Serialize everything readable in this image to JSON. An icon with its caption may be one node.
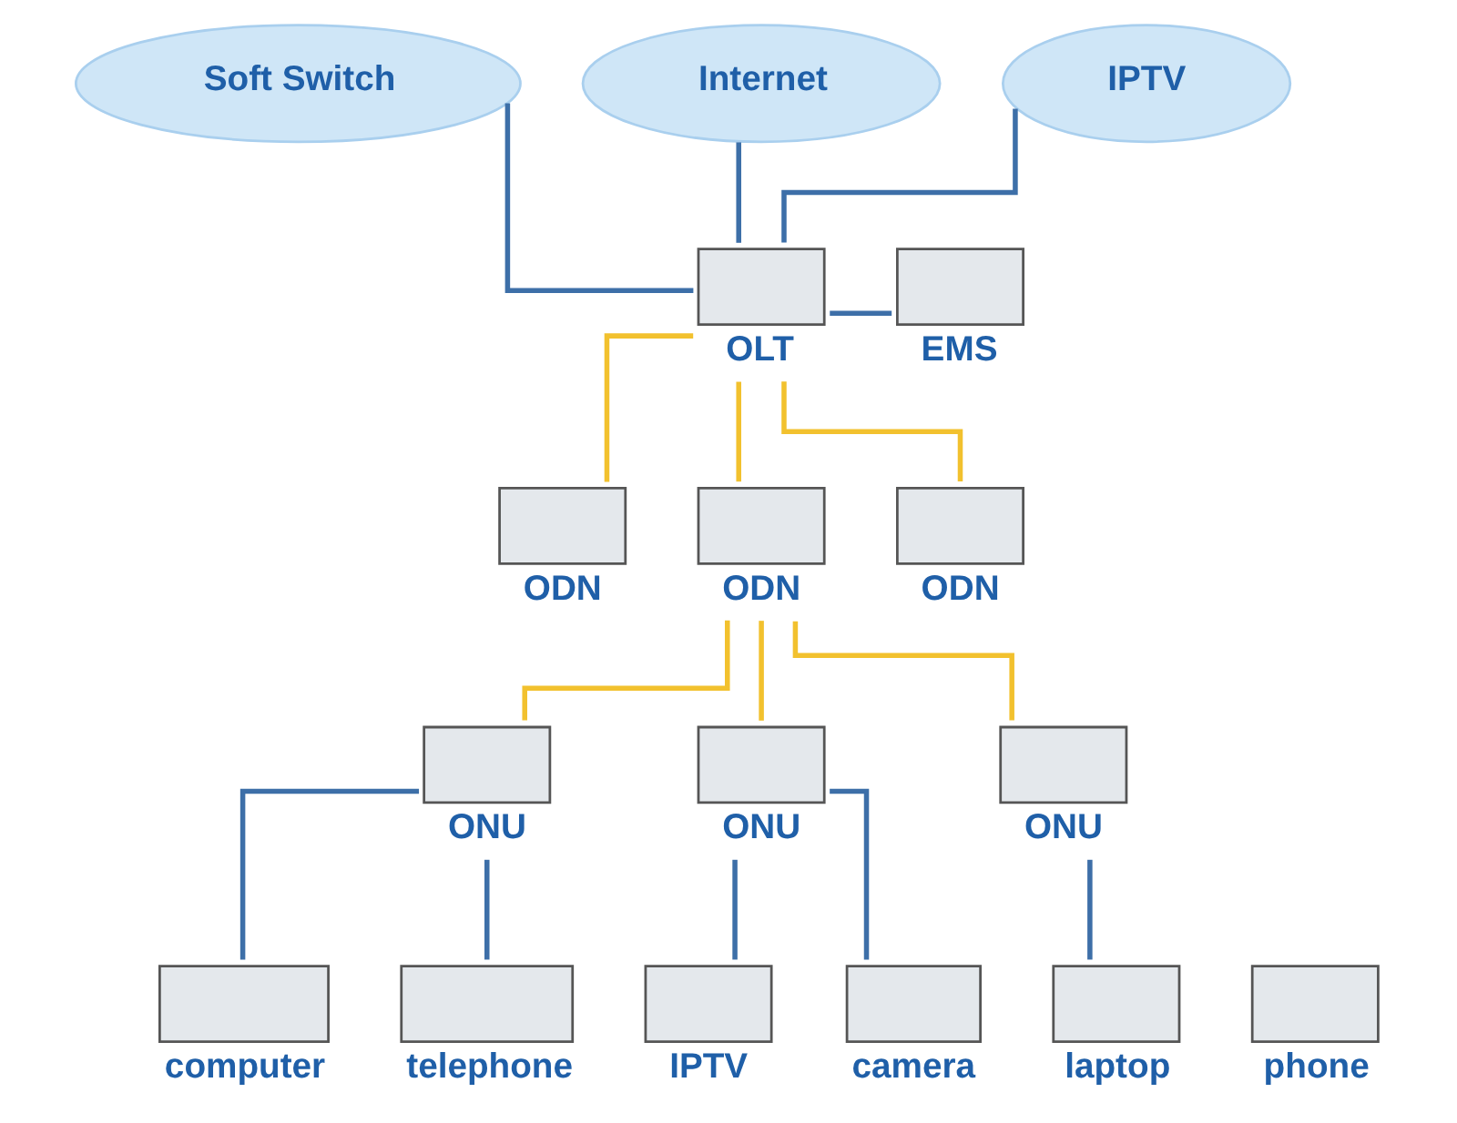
{
  "diagram": {
    "nodes": [
      {
        "text": [
          "Soft Switch"
        ]
      },
      {
        "text": [
          "Internet"
        ]
      },
      {
        "text": [
          "IPTV"
        ]
      },
      {
        "text": [],
        "shape": "box",
        "beside": [
          "OLT"
        ]
      },
      {
        "text": [],
        "shape": "box",
        "beside": [
          "EMS"
        ]
      },
      {
        "text": [],
        "shape": "box",
        "beside": [
          "ODN"
        ]
      },
      {
        "text": [],
        "shape": "box",
        "beside": [
          "ODN"
        ]
      },
      {
        "text": [],
        "shape": "box",
        "beside": [
          "ODN"
        ]
      },
      {
        "text": [],
        "shape": "box",
        "beside": [
          "ONU"
        ]
      },
      {
        "text": [],
        "shape": "box",
        "beside": [
          "ONU"
        ]
      },
      {
        "text": [],
        "shape": "box",
        "beside": [
          "ONU"
        ]
      },
      {
        "text": [],
        "shape": "box",
        "beside": [
          "computer"
        ]
      },
      {
        "text": [],
        "shape": "box",
        "beside": [
          "telephone"
        ]
      },
      {
        "text": [],
        "shape": "box",
        "beside": [
          "IPTV"
        ]
      },
      {
        "text": [],
        "shape": "box",
        "beside": [
          "camera"
        ]
      },
      {
        "text": [],
        "shape": "box",
        "beside": [
          "laptop"
        ]
      },
      {
        "text": [],
        "shape": "box",
        "beside": [
          "phone"
        ]
      }
    ],
    "edges": [
      {
        "from": 0,
        "to": 3,
        "arrow": "none"
      },
      {
        "from": 1,
        "to": 3,
        "arrow": "none"
      },
      {
        "from": 2,
        "to": 3,
        "arrow": "none"
      },
      {
        "from": 3,
        "to": 4,
        "arrow": "none"
      },
      {
        "from": 3,
        "to": 5,
        "arrow": "none",
        "color": "#f2c12e"
      },
      {
        "from": 3,
        "to": 6,
        "arrow": "none",
        "color": "#f2c12e"
      },
      {
        "from": 3,
        "to": 7,
        "arrow": "none",
        "color": "#f2c12e"
      },
      {
        "from": 6,
        "to": 8,
        "arrow": "none",
        "color": "#f2c12e"
      },
      {
        "from": 6,
        "to": 9,
        "arrow": "none",
        "color": "#f2c12e"
      },
      {
        "from": 6,
        "to": 10,
        "arrow": "none",
        "color": "#f2c12e"
      },
      {
        "from": 8,
        "to": 11,
        "arrow": "none"
      },
      {
        "from": 8,
        "to": 12,
        "arrow": "none"
      },
      {
        "from": 9,
        "to": 13,
        "arrow": "none"
      },
      {
        "from": 9,
        "to": 14,
        "arrow": "none"
      },
      {
        "from": 10,
        "to": 15,
        "arrow": "none"
      }
    ]
  }
}
